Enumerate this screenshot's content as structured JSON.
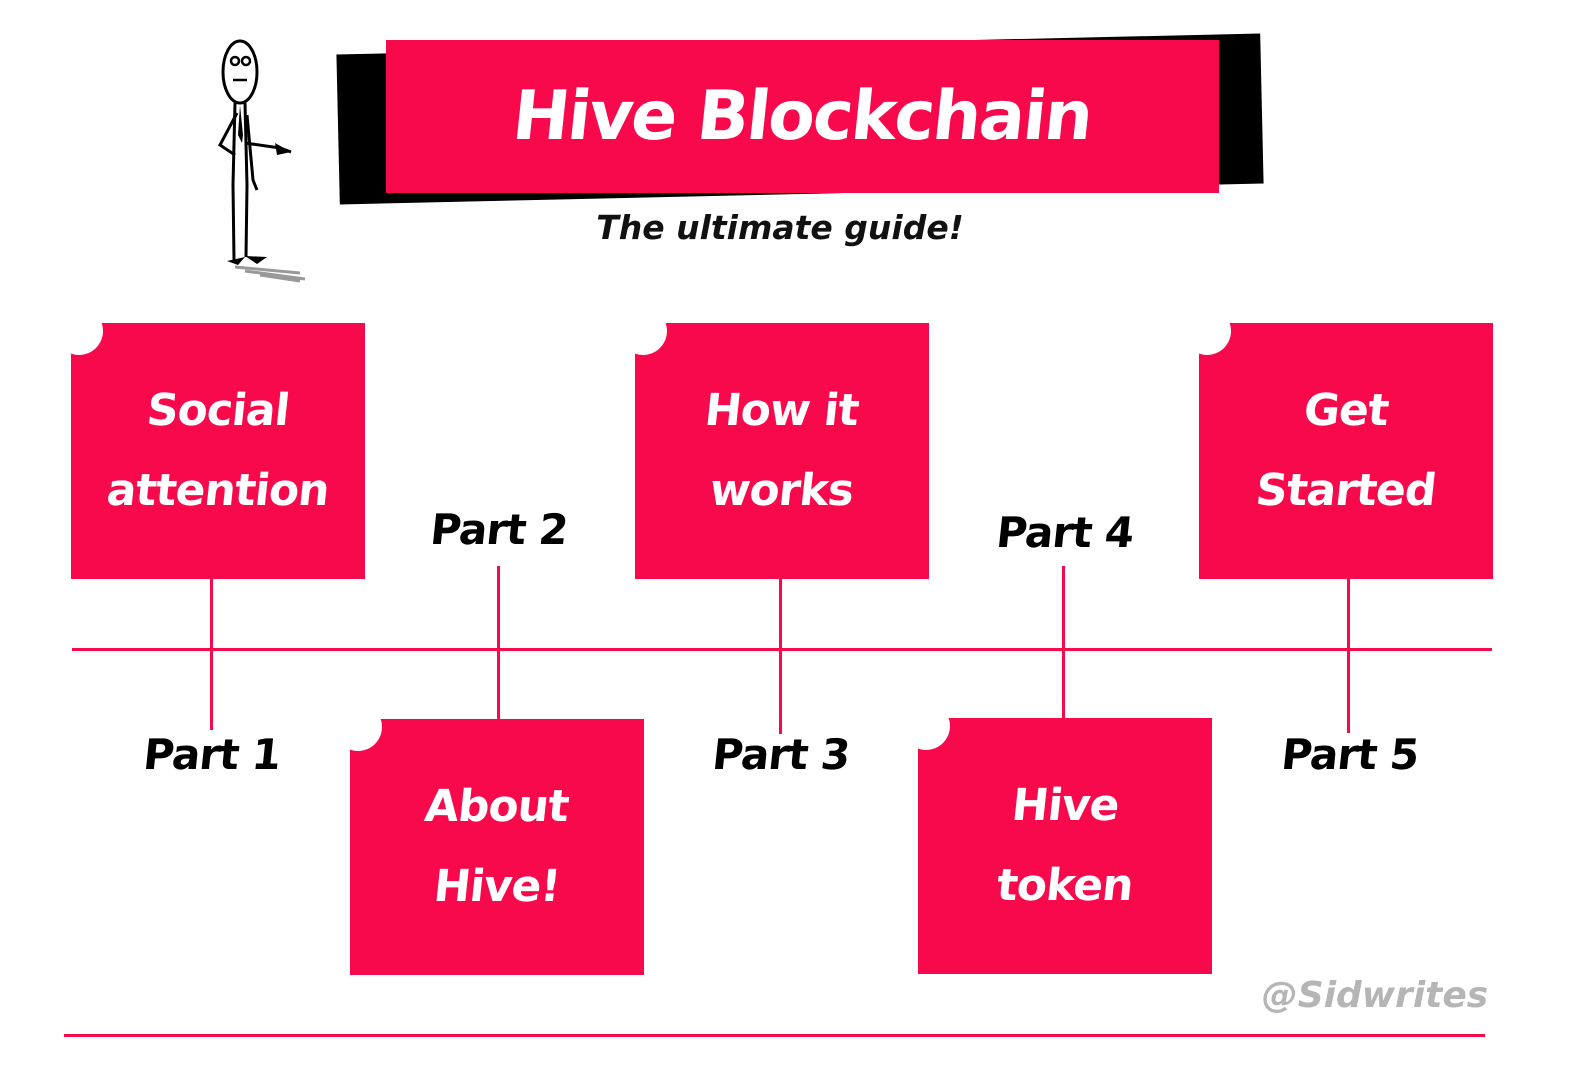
{
  "header": {
    "title": "Hive Blockchain",
    "subtitle": "The ultimate guide!"
  },
  "cards": [
    {
      "part": "Part 1",
      "lines": [
        "Social",
        "attention"
      ]
    },
    {
      "part": "Part 2",
      "lines": [
        "About",
        "Hive!"
      ]
    },
    {
      "part": "Part 3",
      "lines": [
        "How it",
        "works"
      ]
    },
    {
      "part": "Part 4",
      "lines": [
        "Hive",
        "token"
      ]
    },
    {
      "part": "Part 5",
      "lines": [
        "Get",
        "Started"
      ]
    }
  ],
  "footer": {
    "handle": "@Sidwrites"
  },
  "colors": {
    "accent": "#f7094c",
    "banner_shadow": "#000000",
    "text_dark": "#000000",
    "handle_gray": "#b5b5b5"
  },
  "icons": {
    "figure": "stick-figure-icon"
  }
}
